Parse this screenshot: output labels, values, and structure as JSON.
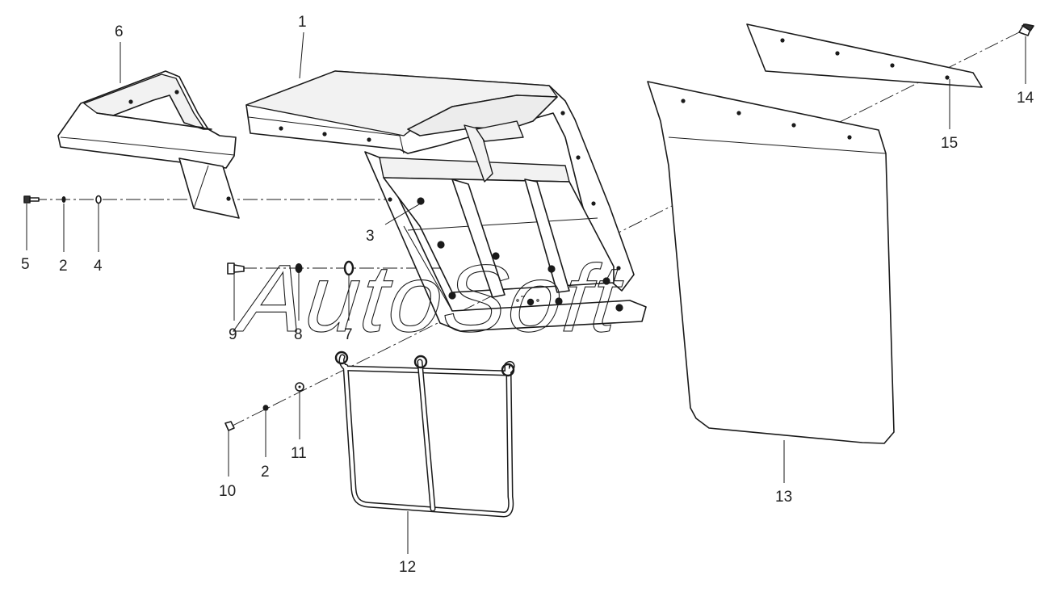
{
  "watermark": "AutoSoft",
  "callouts": {
    "c1": "1",
    "c2a": "2",
    "c2b": "2",
    "c3": "3",
    "c4": "4",
    "c5": "5",
    "c6": "6",
    "c7": "7",
    "c8": "8",
    "c9": "9",
    "c10": "10",
    "c11": "11",
    "c12": "12",
    "c13": "13",
    "c14": "14",
    "c15": "15"
  },
  "colors": {
    "line": "#1a1a1a",
    "text": "#222222",
    "background": "#ffffff"
  }
}
